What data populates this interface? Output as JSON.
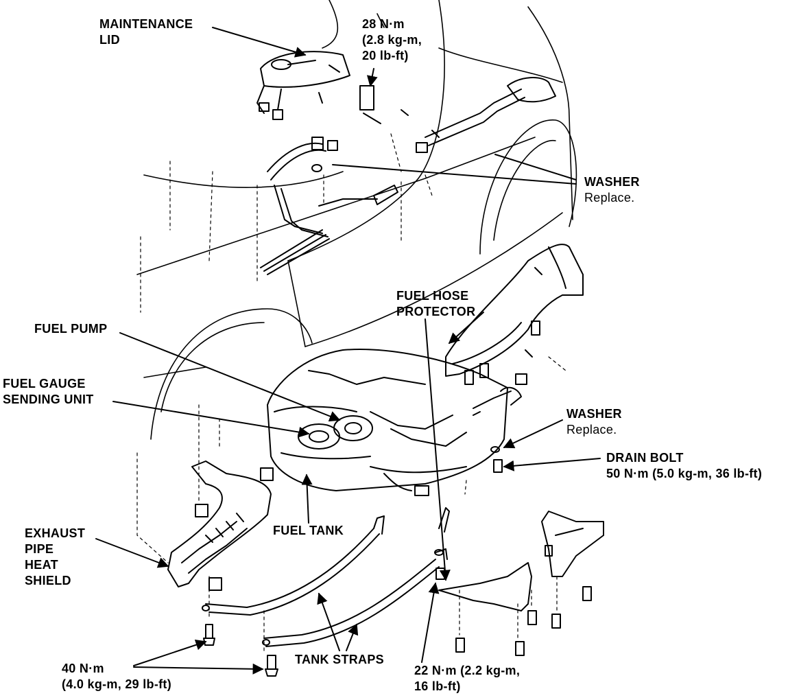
{
  "labels": {
    "maintenance_lid": [
      "MAINTENANCE",
      "LID"
    ],
    "torque_top": [
      "28 N·m",
      "(2.8 kg-m,",
      "20 lb-ft)"
    ],
    "washer_top": {
      "name": "WASHER",
      "note": "Replace."
    },
    "fuel_hose_protector": [
      "FUEL HOSE",
      "PROTECTOR"
    ],
    "fuel_pump": "FUEL PUMP",
    "fuel_gauge_sending_unit": [
      "FUEL GAUGE",
      "SENDING UNIT"
    ],
    "washer_right": {
      "name": "WASHER",
      "note": "Replace."
    },
    "drain_bolt": [
      "DRAIN BOLT",
      "50 N·m (5.0 kg-m, 36 lb-ft)"
    ],
    "exhaust_pipe_heat_shield": [
      "EXHAUST",
      "PIPE",
      "HEAT",
      "SHIELD"
    ],
    "fuel_tank": "FUEL TANK",
    "tank_straps": "TANK STRAPS",
    "torque_bottom_left": [
      "40 N·m",
      "(4.0 kg-m, 29 lb-ft)"
    ],
    "torque_bottom_right": [
      "22 N·m (2.2 kg-m,",
      "16 lb-ft)"
    ]
  },
  "colors": {
    "ink": "#000000",
    "paper": "#ffffff"
  }
}
